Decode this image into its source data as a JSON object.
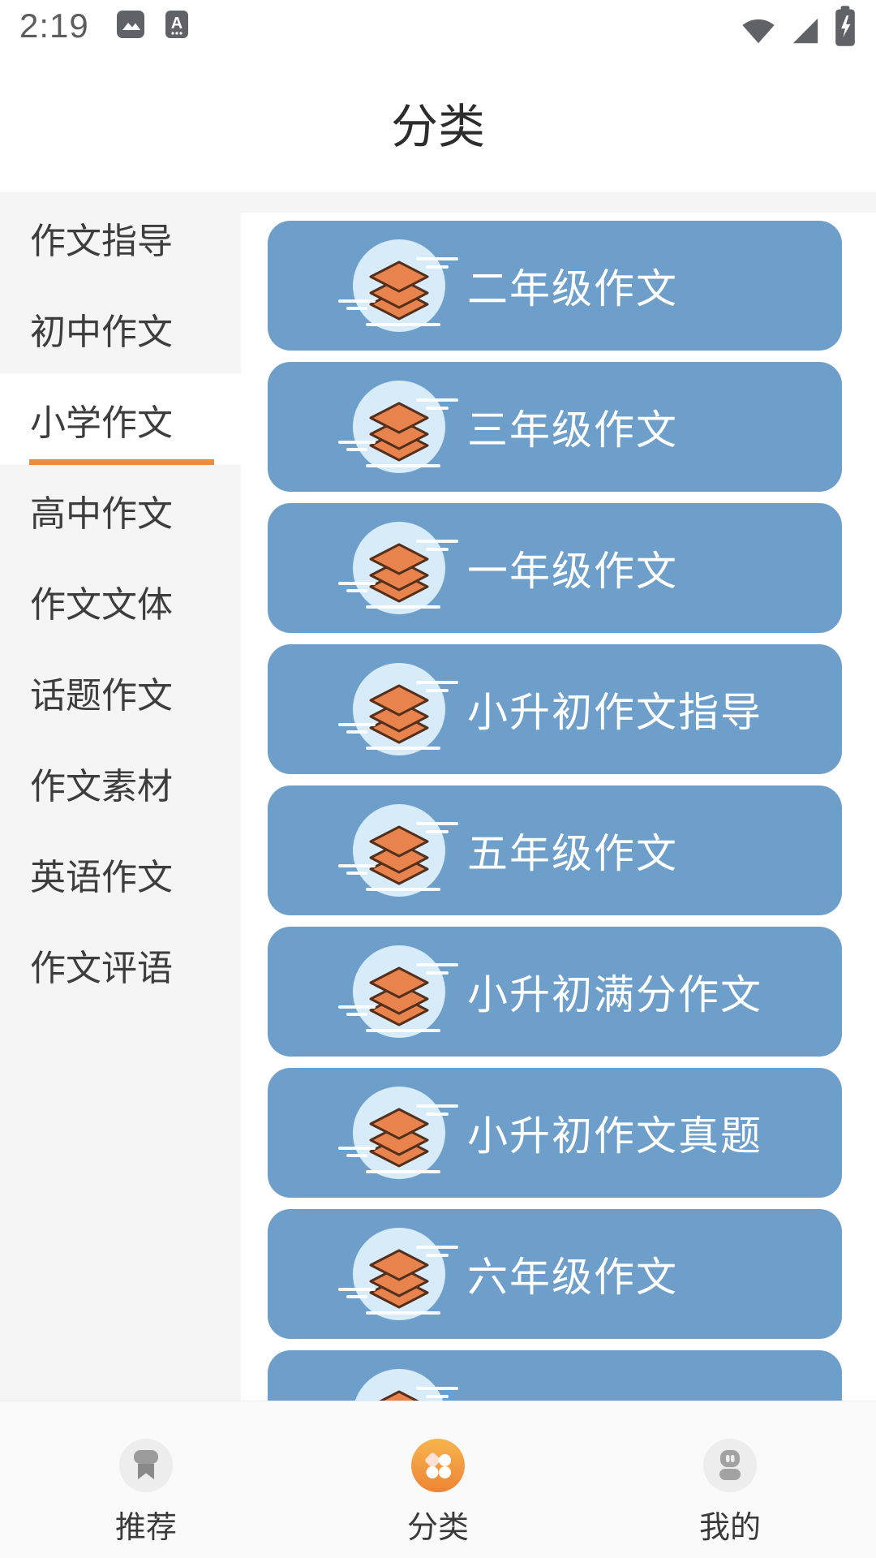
{
  "status_bar": {
    "time": "2:19"
  },
  "header": {
    "title": "分类"
  },
  "sidebar": {
    "items": [
      {
        "label": "作文指导",
        "active": false
      },
      {
        "label": "初中作文",
        "active": false
      },
      {
        "label": "小学作文",
        "active": true
      },
      {
        "label": "高中作文",
        "active": false
      },
      {
        "label": "作文文体",
        "active": false
      },
      {
        "label": "话题作文",
        "active": false
      },
      {
        "label": "作文素材",
        "active": false
      },
      {
        "label": "英语作文",
        "active": false
      },
      {
        "label": "作文评语",
        "active": false
      }
    ]
  },
  "cards": [
    {
      "label": "二年级作文"
    },
    {
      "label": "三年级作文"
    },
    {
      "label": "一年级作文"
    },
    {
      "label": "小升初作文指导"
    },
    {
      "label": "五年级作文"
    },
    {
      "label": "小升初满分作文"
    },
    {
      "label": "小升初作文真题"
    },
    {
      "label": "六年级作文"
    },
    {
      "label": ""
    }
  ],
  "bottom_nav": {
    "items": [
      {
        "label": "推荐",
        "active": false
      },
      {
        "label": "分类",
        "active": true
      },
      {
        "label": "我的",
        "active": false
      }
    ]
  },
  "colors": {
    "accent_orange": "#ee8c3e",
    "card_blue": "#6d9fca",
    "icon_circle_blue": "#d8ebf8",
    "layers_orange": "#e8834e",
    "nav_active_gradient_top": "#f7b54d",
    "nav_active_gradient_bottom": "#ee8435",
    "sidebar_bg": "#f5f5f5",
    "status_icon_gray": "#5f6368"
  }
}
